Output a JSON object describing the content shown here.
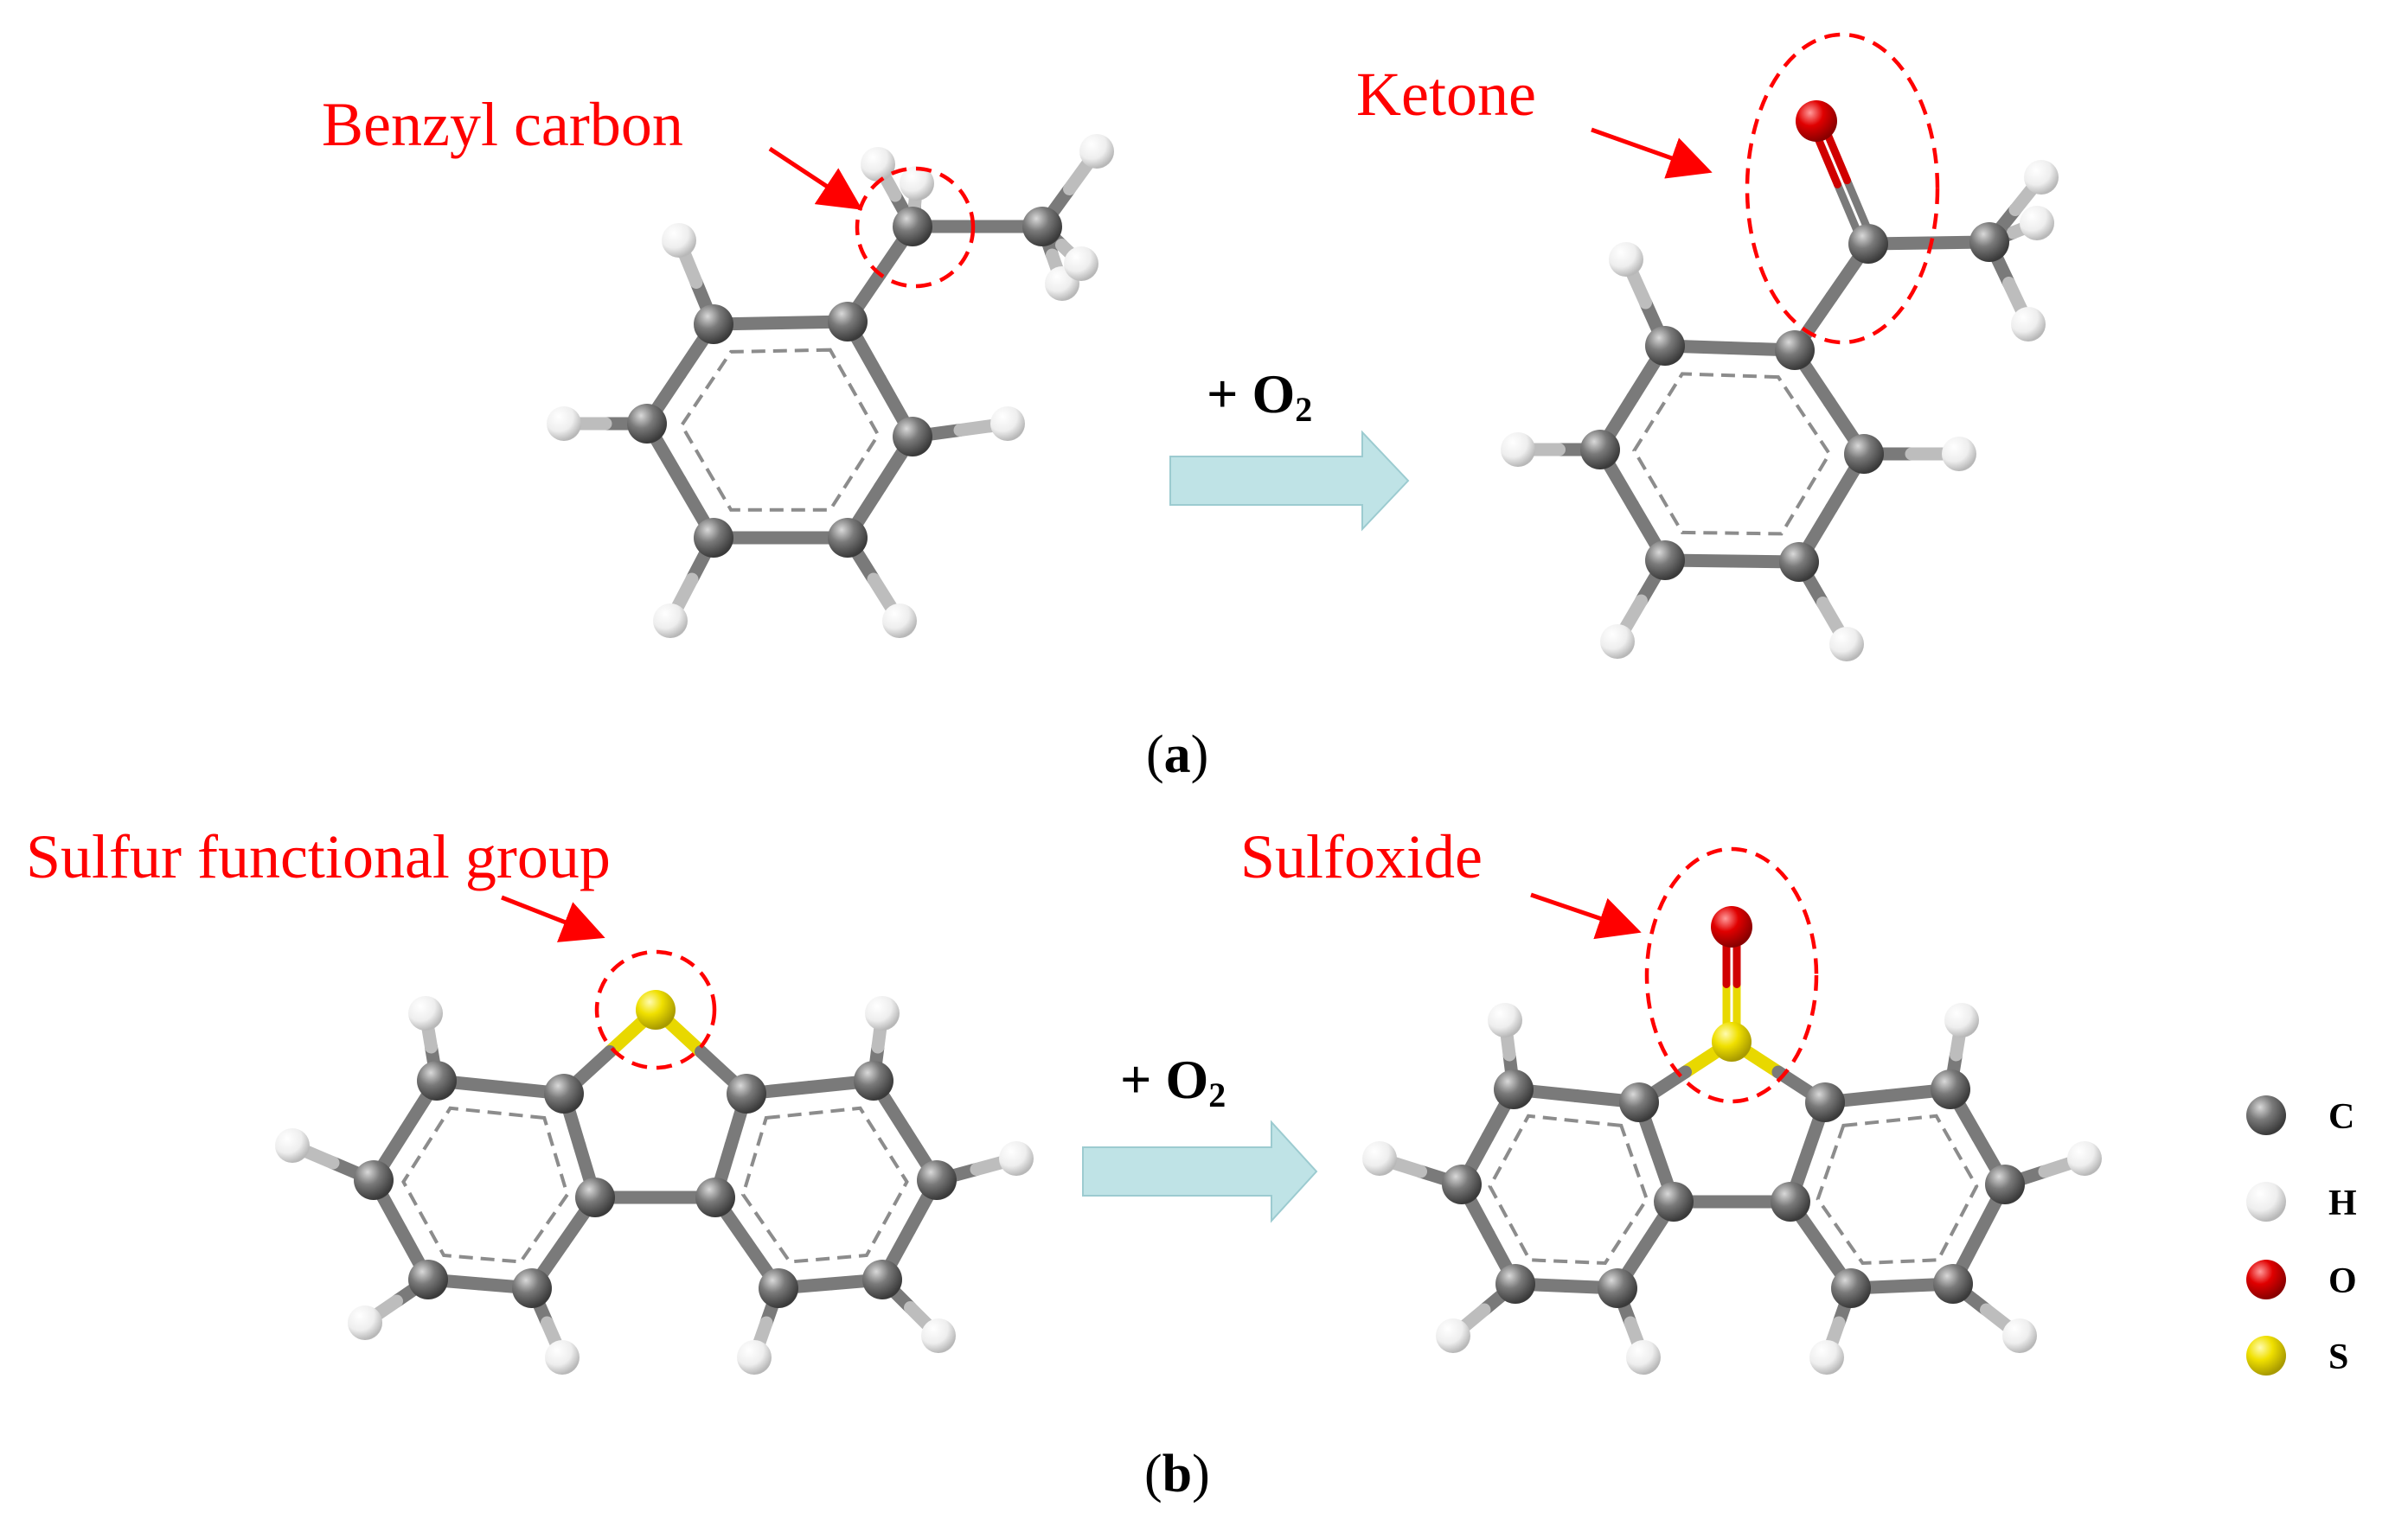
{
  "colors": {
    "carbon": "#6b6b6b",
    "hydrogen": "#f2f2f2",
    "oxygen": "#e00000",
    "sulfur": "#f0e000",
    "annotation": "#ff0000",
    "arrow_fill": "#bfe3e6",
    "arrow_stroke": "#9ccbd0"
  },
  "panel_a": {
    "label_open": "(",
    "label_letter": "a",
    "label_close": ")",
    "reactant_annotation": "Benzyl carbon",
    "product_annotation": "Ketone",
    "reagent": "+ O",
    "reagent_sub": "2"
  },
  "panel_b": {
    "label_open": "(",
    "label_letter": "b",
    "label_close": ")",
    "reactant_annotation": "Sulfur functional group",
    "product_annotation": "Sulfoxide",
    "reagent": "+ O",
    "reagent_sub": "2"
  },
  "legend": [
    {
      "symbol": "C",
      "color_key": "carbon"
    },
    {
      "symbol": "H",
      "color_key": "hydrogen"
    },
    {
      "symbol": "O",
      "color_key": "oxygen"
    },
    {
      "symbol": "S",
      "color_key": "sulfur"
    }
  ]
}
